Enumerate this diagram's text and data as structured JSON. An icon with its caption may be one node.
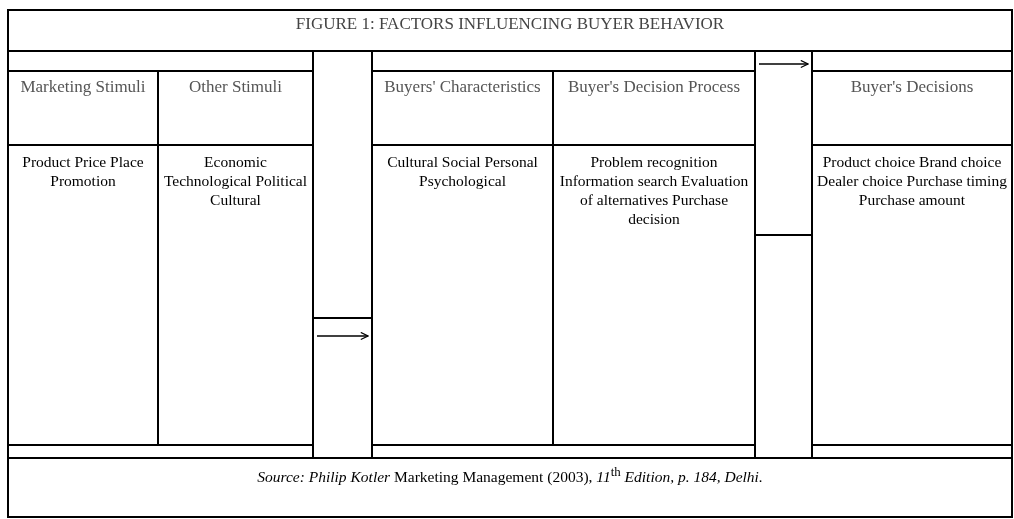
{
  "diagram": {
    "title": "FIGURE 1: FACTORS INFLUENCING BUYER BEHAVIOR",
    "caption": "*Source: Philip Kotler* Marketing Management (2003), *11*$^{th}$ *Edition, p. 184, Delhi.*",
    "nodes": [
      {
        "text": [
          "Marketing Stimuli",
          "Product Price Place Promotion"
        ]
      },
      {
        "text": [
          "Other Stimuli",
          "Economic Technological Political Cultural"
        ]
      },
      {
        "text": [
          "Buyers' Characteristics",
          "Cultural Social Personal Psychological"
        ]
      },
      {
        "text": [
          "Buyer's Decision Process",
          "Problem recognition Information search Evaluation of alternatives Purchase decision"
        ]
      },
      {
        "text": [
          "Buyer's Decisions",
          "Product choice Brand choice Dealer choice Purchase timing Purchase amount"
        ]
      }
    ],
    "edges": [
      {
        "from": 1,
        "to": 2,
        "arrow": "to"
      },
      {
        "from": 3,
        "to": 4,
        "arrow": "to"
      }
    ]
  }
}
